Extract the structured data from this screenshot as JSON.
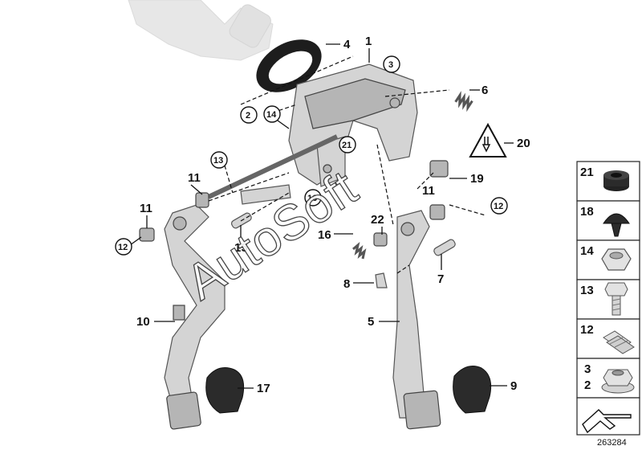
{
  "labels": {
    "p1": "1",
    "p2": "2",
    "p3": "3",
    "p4": "4",
    "p5": "5",
    "p6": "6",
    "p7": "7",
    "p8": "8",
    "p9": "9",
    "p10": "10",
    "p11a": "11",
    "p11b": "11",
    "p11c": "11",
    "p12a": "12",
    "p12b": "12",
    "p13": "13",
    "p14": "14",
    "p15": "15",
    "p16a": "16",
    "p16b": "16",
    "p17": "17",
    "p19": "19",
    "p20": "20",
    "p21": "21",
    "p22": "22"
  },
  "legend": {
    "items": [
      {
        "label": "21",
        "icon": "grommet-icon"
      },
      {
        "label": "18",
        "icon": "rivet-clip-icon"
      },
      {
        "label": "14",
        "icon": "nut-icon"
      },
      {
        "label": "13",
        "icon": "bolt-icon"
      },
      {
        "label": "12",
        "icon": "spring-clip-icon"
      },
      {
        "label": "3",
        "label2": "2",
        "icon": "flange-nut-icon"
      },
      {
        "label": "",
        "icon": "arrow-icon"
      }
    ]
  },
  "reference_number": "263284",
  "watermark": "AutoSoft"
}
